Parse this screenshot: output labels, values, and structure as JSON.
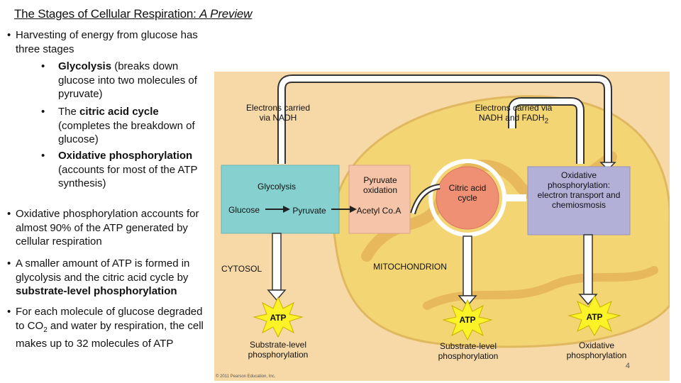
{
  "slide": {
    "title_main": "The Stages of Cellular Respiration: ",
    "title_italic": "A Preview",
    "page_number": "4"
  },
  "bullets": {
    "b1": "Harvesting of energy from glucose has three stages",
    "b2_bold": "Glycolysis",
    "b2_rest": " (breaks down glucose into two molecules of pyruvate)",
    "b3_pre": "The ",
    "b3_bold": "citric acid cycle",
    "b3_rest": " (completes the breakdown of glucose)",
    "b4_bold": "Oxidative phosphorylation",
    "b4_rest": " (accounts for most of the ATP synthesis)",
    "b5": "Oxidative phosphorylation accounts for almost 90% of the ATP generated by cellular respiration",
    "b6_pre": "A smaller amount of ATP is formed in glycolysis and the citric acid cycle by ",
    "b6_bold": "substrate-level phosphorylation",
    "b7_pre": "For each molecule of glucose degraded to CO",
    "b7_sub": "2",
    "b7_post": " and water by respiration, the cell makes up to 32 molecules of ATP"
  },
  "figure": {
    "electrons_nadh": "Electrons carried via NADH",
    "electrons_nadh_fadh_pre": "Electrons carried via NADH and FADH",
    "electrons_nadh_fadh_sub": "2",
    "glycolysis": "Glycolysis",
    "glucose": "Glucose",
    "pyruvate": "Pyruvate",
    "pyruvate_oxidation": "Pyruvate oxidation",
    "acetyl_coa": "Acetyl Co.A",
    "citric_acid_cycle": "Citric acid cycle",
    "oxphos": "Oxidative phosphorylation: electron transport and chemiosmosis",
    "cytosol": "CYTOSOL",
    "mitochondrion": "MITOCHONDRION",
    "atp": "ATP",
    "substrate_level": "Substrate-level phosphorylation",
    "oxidative_phos": "Oxidative phosphorylation",
    "copyright": "© 2011 Pearson Education, Inc.",
    "colors": {
      "background": "#f7d9a8",
      "mito_fill": "#f3d574",
      "glycolysis_box": "#86d0d0",
      "pyruvate_box": "#f6c4a8",
      "citric_circle": "#ef8f73",
      "oxphos_box": "#b3b0d8",
      "atp_burst": "#fbf227"
    }
  }
}
